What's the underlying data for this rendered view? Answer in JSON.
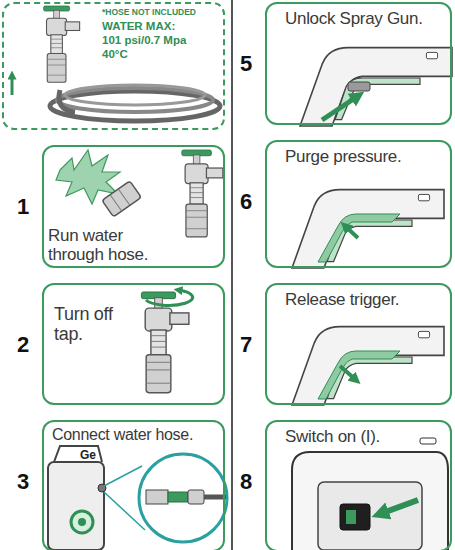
{
  "diagram": {
    "nodes": [
      {
        "text": [
          "*HOSE NOT INCLUDED",
          "WATER MAX:",
          "101 psi/0.7 Mpa",
          "40°C"
        ]
      },
      {
        "text": [
          "1",
          "Run water through hose."
        ]
      },
      {
        "text": [
          "2",
          "Turn off tap."
        ]
      },
      {
        "text": [
          "3",
          "Connect water hose."
        ]
      },
      {
        "text": [
          "5",
          "Unlock Spray Gun."
        ]
      },
      {
        "text": [
          "6",
          "Purge pressure."
        ]
      },
      {
        "text": [
          "7",
          "Release trigger."
        ]
      },
      {
        "text": [
          "8",
          "Switch on (I)."
        ]
      }
    ],
    "labels": [
      "Ge"
    ]
  }
}
